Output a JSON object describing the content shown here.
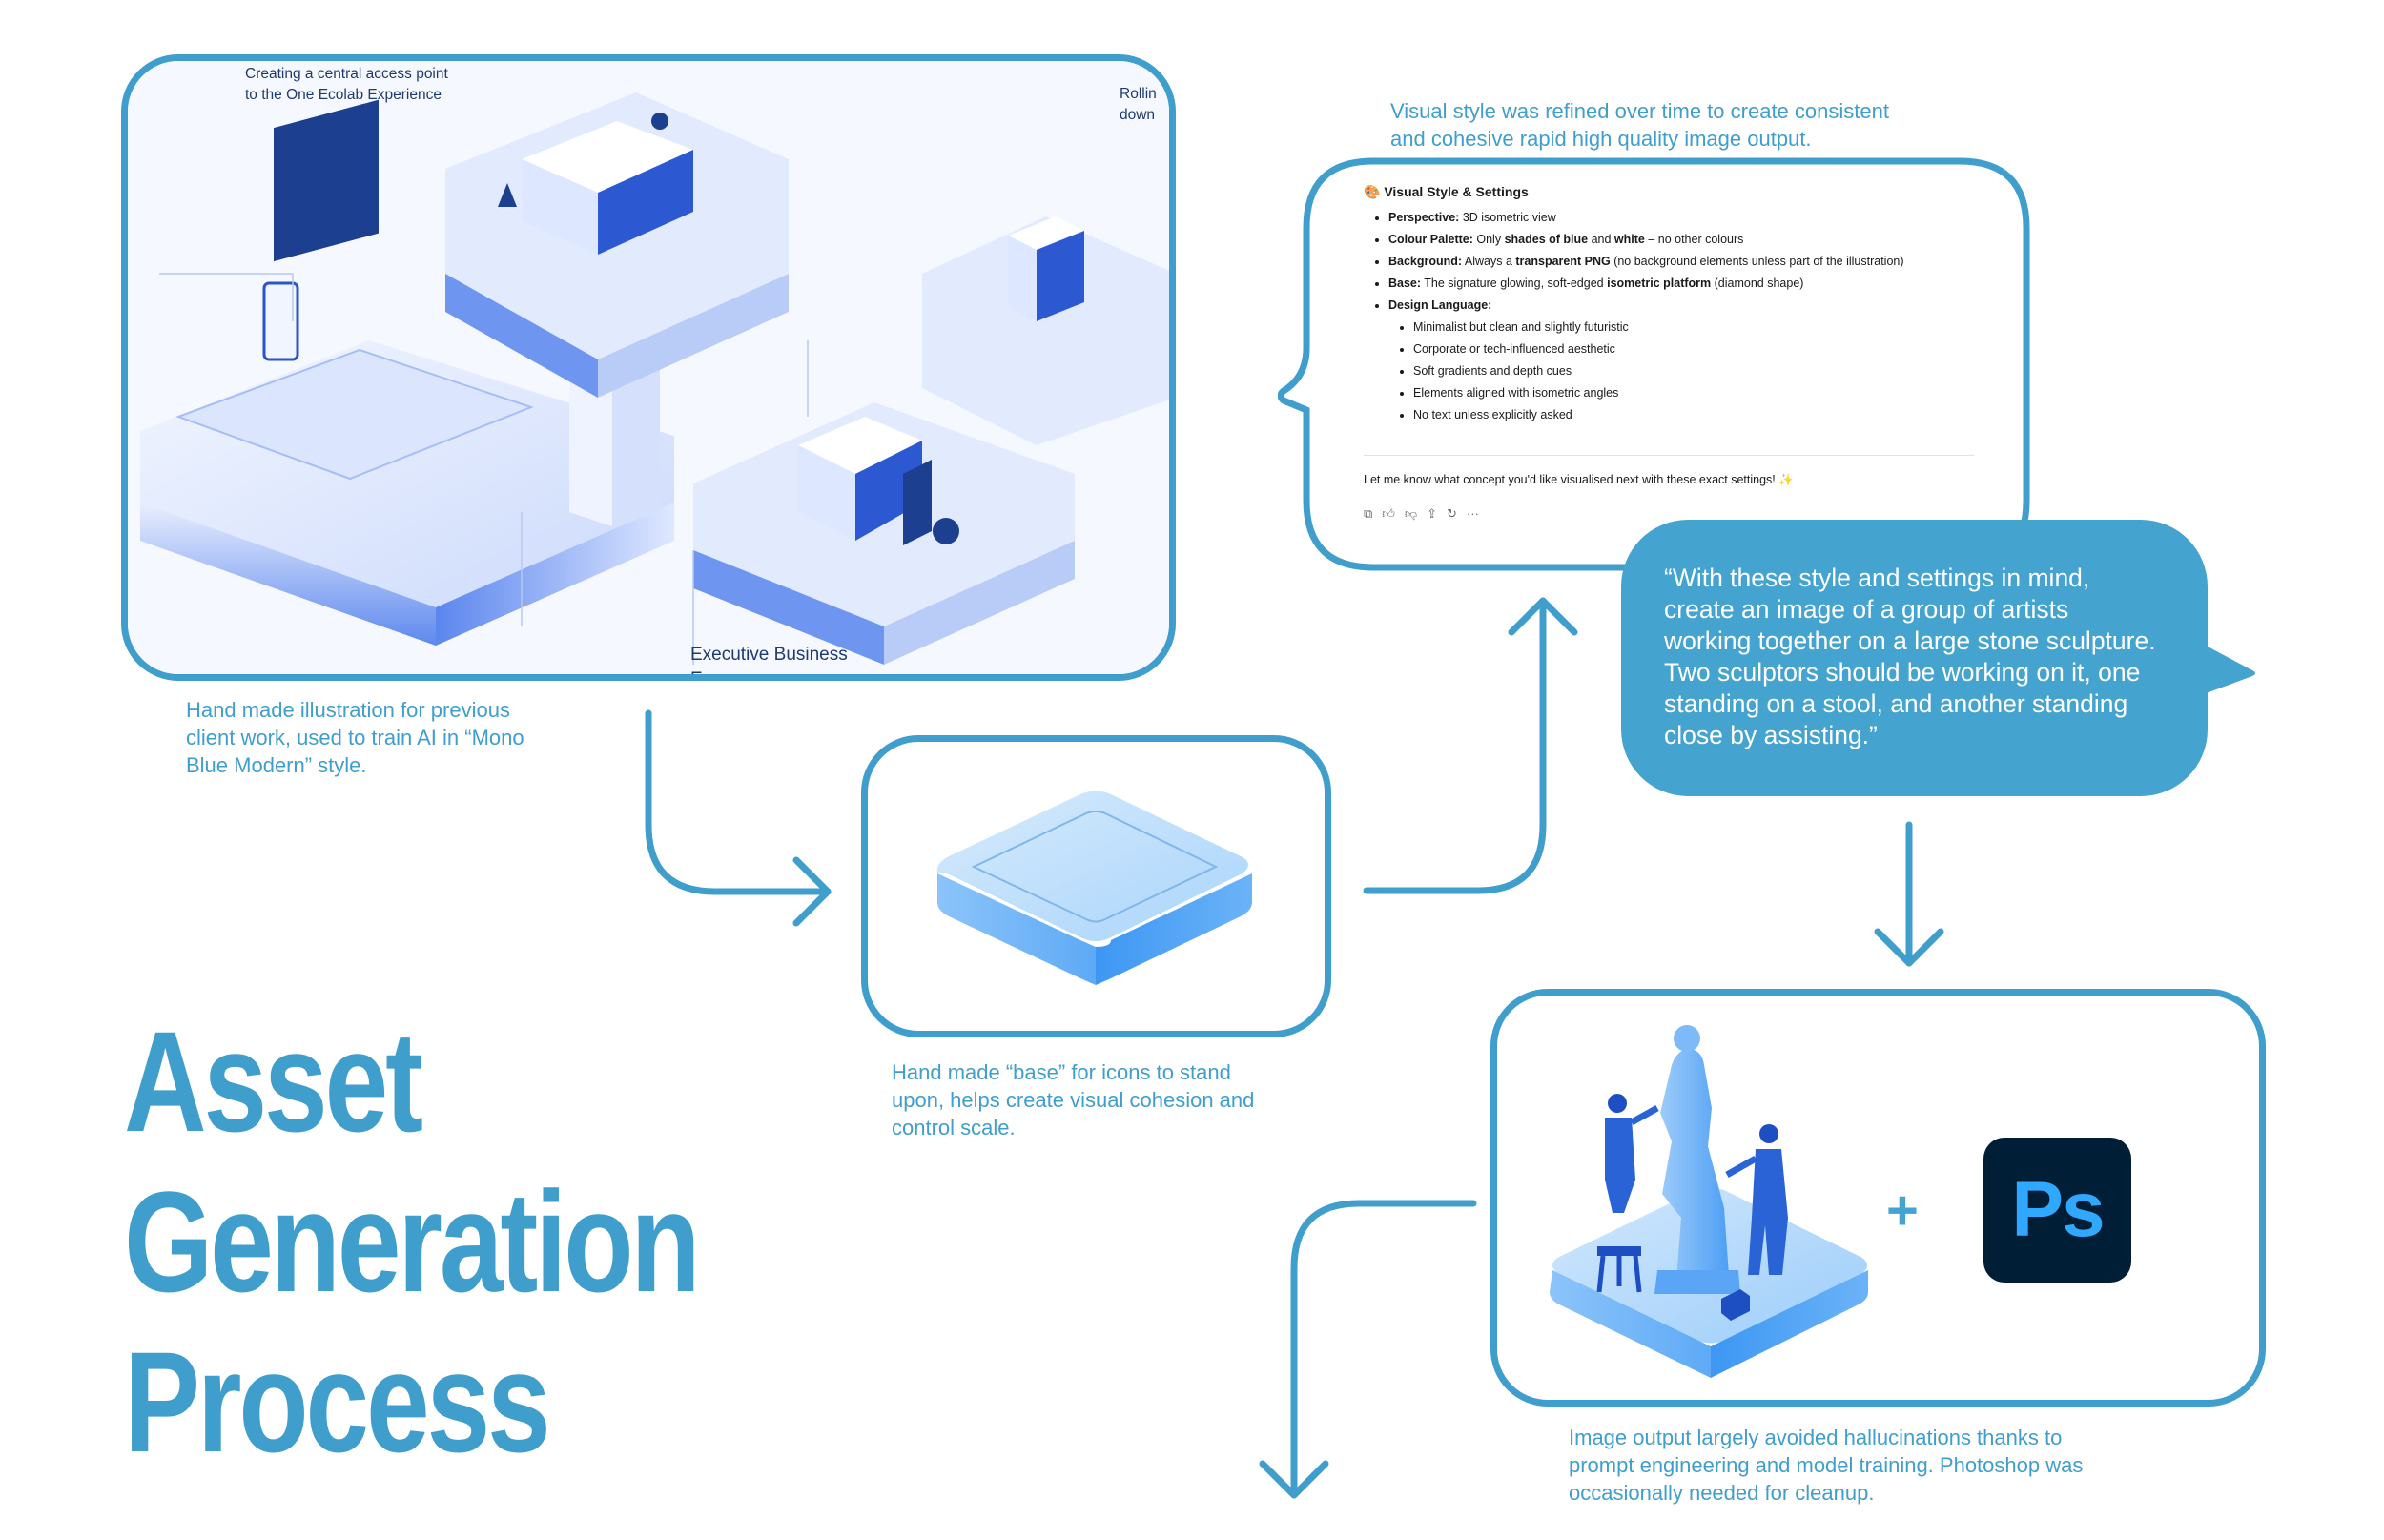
{
  "title_lines": [
    "Asset",
    "Generation",
    "Process"
  ],
  "colors": {
    "accent": "#3f9ecb",
    "bubble": "#45a3cf",
    "white": "#ffffff",
    "ps_bg": "#001e36",
    "ps_fg": "#31a8ff"
  },
  "illustration_labels": {
    "access_point_1": "Creating a central access point",
    "access_point_2": "to the One Ecolab Experience",
    "rolling_1": "Rollin",
    "rolling_2": "down",
    "exec_1": "Executive Business",
    "exec_2": "Exp..."
  },
  "captions": {
    "illustration": [
      "Hand made illustration for previous",
      "client work, used to train AI in “Mono",
      "Blue Modern” style."
    ],
    "visual_style": [
      "Visual style was refined over time to create consistent",
      "and cohesive rapid high quality image output."
    ],
    "base": [
      "Hand made “base” for icons to stand",
      "upon, helps create visual cohesion and",
      "control scale."
    ],
    "output": [
      "Image output largely avoided hallucinations thanks to",
      "prompt engineering and model training. Photoshop was",
      "occasionally needed for cleanup."
    ]
  },
  "chat": {
    "heading": "🎨 Visual Style & Settings",
    "items": [
      {
        "label": "Perspective:",
        "text": " 3D isometric view"
      },
      {
        "label": "Colour Palette:",
        "text_a": " Only ",
        "bold_a": "shades of blue",
        "text_b": " and ",
        "bold_b": "white",
        "text_c": " – no other colours"
      },
      {
        "label": "Background:",
        "text_a": " Always a ",
        "bold_a": "transparent PNG",
        "text_b": " (no background elements unless part of the illustration)"
      },
      {
        "label": "Base:",
        "text_a": " The signature glowing, soft-edged ",
        "bold_a": "isometric platform",
        "text_b": " (diamond shape)"
      },
      {
        "label": "Design Language:"
      }
    ],
    "sub_items": [
      "Minimalist but clean and slightly futuristic",
      "Corporate or tech-influenced aesthetic",
      "Soft gradients and depth cues",
      "Elements aligned with isometric angles",
      "No text unless explicitly asked"
    ],
    "closing": "Let me know what concept you'd like visualised next with these exact settings! ✨",
    "action_icons": [
      "copy-icon",
      "thumbs-up-icon",
      "thumbs-down-icon",
      "share-icon",
      "regenerate-icon",
      "more-icon"
    ],
    "more_label": "···"
  },
  "prompt_lines": [
    "“With these style and settings in mind,",
    "create an image of a group of artists",
    "working together on a large stone sculpture.",
    "Two sculptors should be working on it, one",
    "standing on a stool, and another standing",
    "close by assisting.”"
  ],
  "tools": {
    "plus": "+",
    "ps_label": "Ps",
    "ps_icon": "photoshop-logo-icon"
  }
}
